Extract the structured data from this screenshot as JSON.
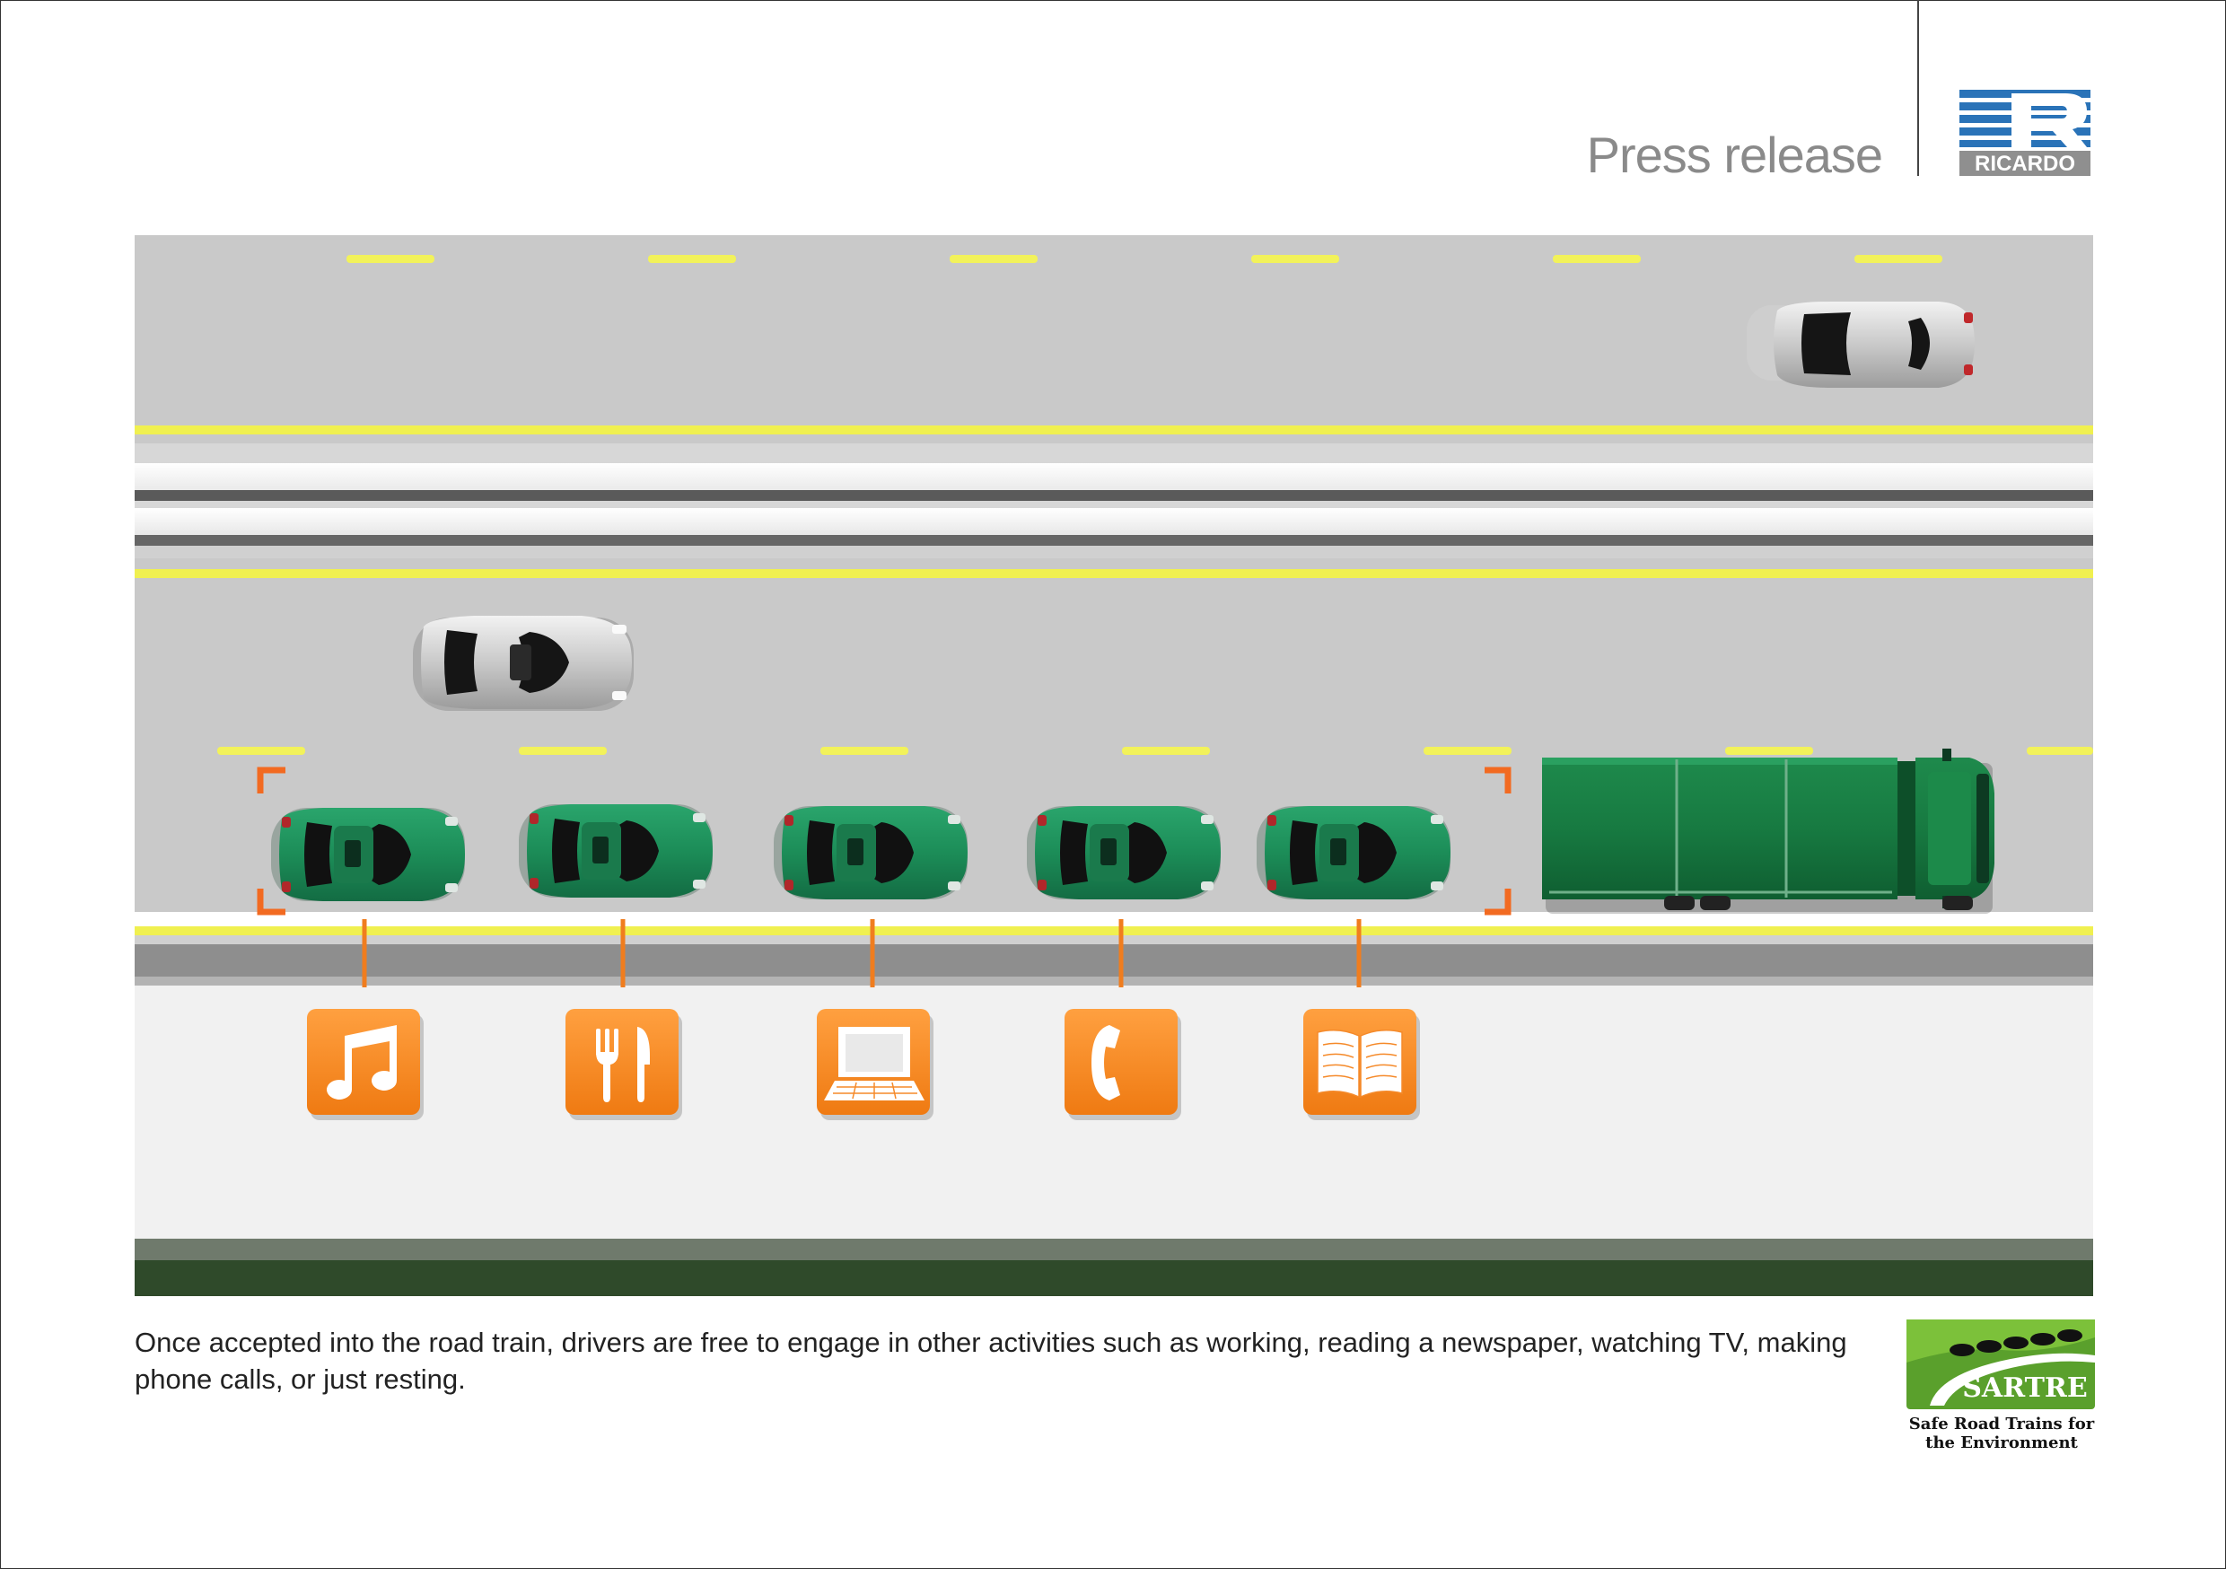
{
  "header": {
    "title": "Press release",
    "brand": "RICARDO"
  },
  "illustration": {
    "activity_icons": [
      "music-icon",
      "fork-knife-icon",
      "laptop-icon",
      "phone-icon",
      "book-icon"
    ],
    "colors": {
      "road": "#c8c8c8",
      "lane_marking": "#f0f050",
      "platoon_car": "#1f8a5a",
      "icon_tile": "#f58220",
      "bracket": "#f26a21"
    }
  },
  "caption": "Once accepted into the road train, drivers are free to engage in other activities such as working, reading a newspaper, watching TV, making phone calls, or just resting.",
  "sartre": {
    "name": "SARTRE",
    "tagline_line1": "Safe Road Trains for",
    "tagline_line2": "the Environment"
  }
}
